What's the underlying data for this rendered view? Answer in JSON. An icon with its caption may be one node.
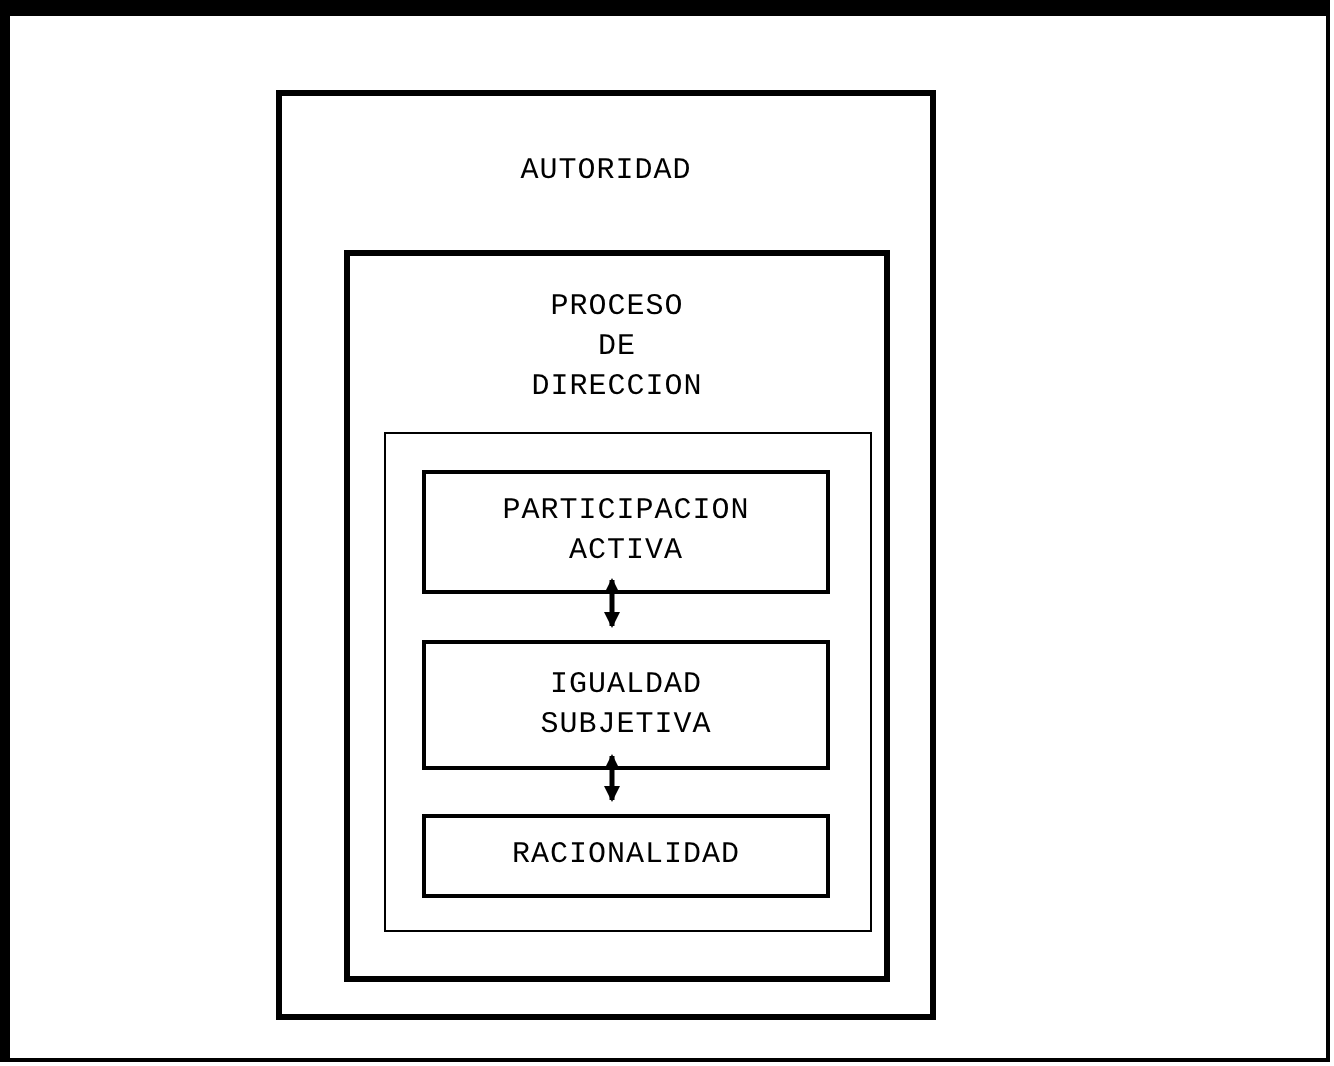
{
  "diagram": {
    "nodes": [
      {
        "text": [
          "AUTORIDAD"
        ]
      },
      {
        "text": [
          "PROCESO DE DIRECCION"
        ],
        "in": 0
      },
      {
        "text": [],
        "shape": "box",
        "in": 1
      },
      {
        "text": [
          "PARTICIPACION ACTIVA"
        ],
        "in": 2
      },
      {
        "text": [
          "IGUALDAD SUBJETIVA"
        ],
        "in": 2
      },
      {
        "text": [
          "RACIONALIDAD"
        ],
        "in": 2
      }
    ],
    "edges": [
      {
        "from": 3,
        "to": 4,
        "arrow": "both"
      },
      {
        "from": 4,
        "to": 5,
        "arrow": "both"
      }
    ]
  }
}
